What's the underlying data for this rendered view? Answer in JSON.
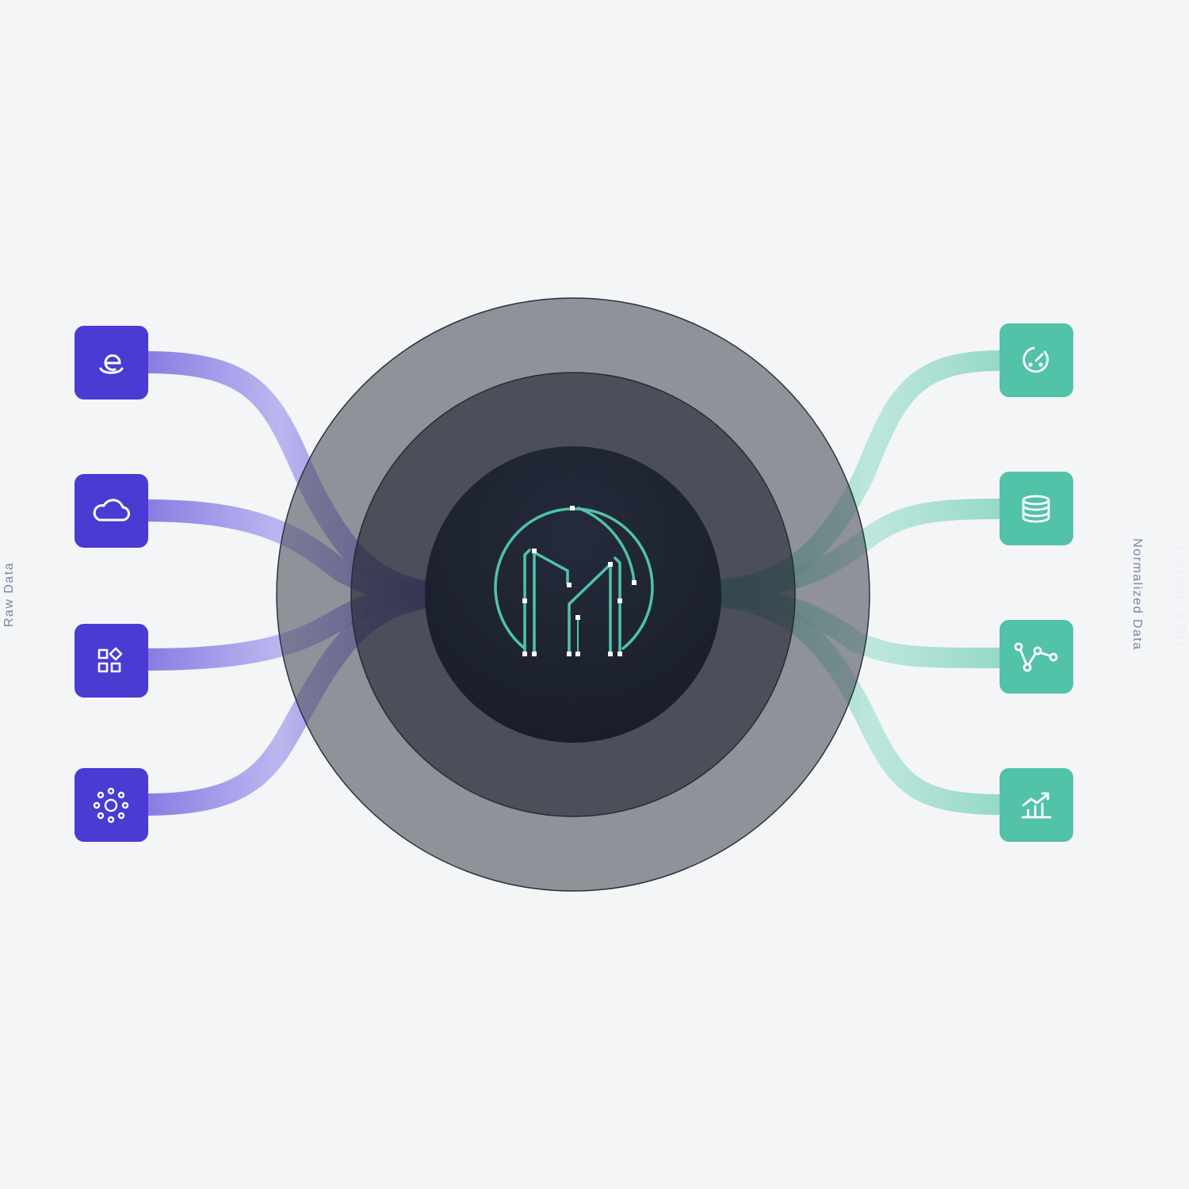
{
  "labels": {
    "raw": "Raw Data",
    "normalized": "Normalized Data",
    "api": "{Single API}"
  },
  "colors": {
    "background": "#f4f5f7",
    "source_box": "#4a3bd3",
    "output_box": "#52c2a9",
    "source_flow": "#7b6ee0",
    "output_flow": "#85d4c0",
    "ring_outer": "#888c96",
    "ring_middle": "#50545f",
    "core": "#1d2130",
    "logo": "#4fc4a8"
  },
  "sources": [
    {
      "icon": "emarsys-icon"
    },
    {
      "icon": "cloud-icon"
    },
    {
      "icon": "apps-grid-icon"
    },
    {
      "icon": "hub-icon"
    }
  ],
  "outputs": [
    {
      "icon": "gauge-icon"
    },
    {
      "icon": "database-icon"
    },
    {
      "icon": "route-icon"
    },
    {
      "icon": "growth-chart-icon"
    }
  ]
}
